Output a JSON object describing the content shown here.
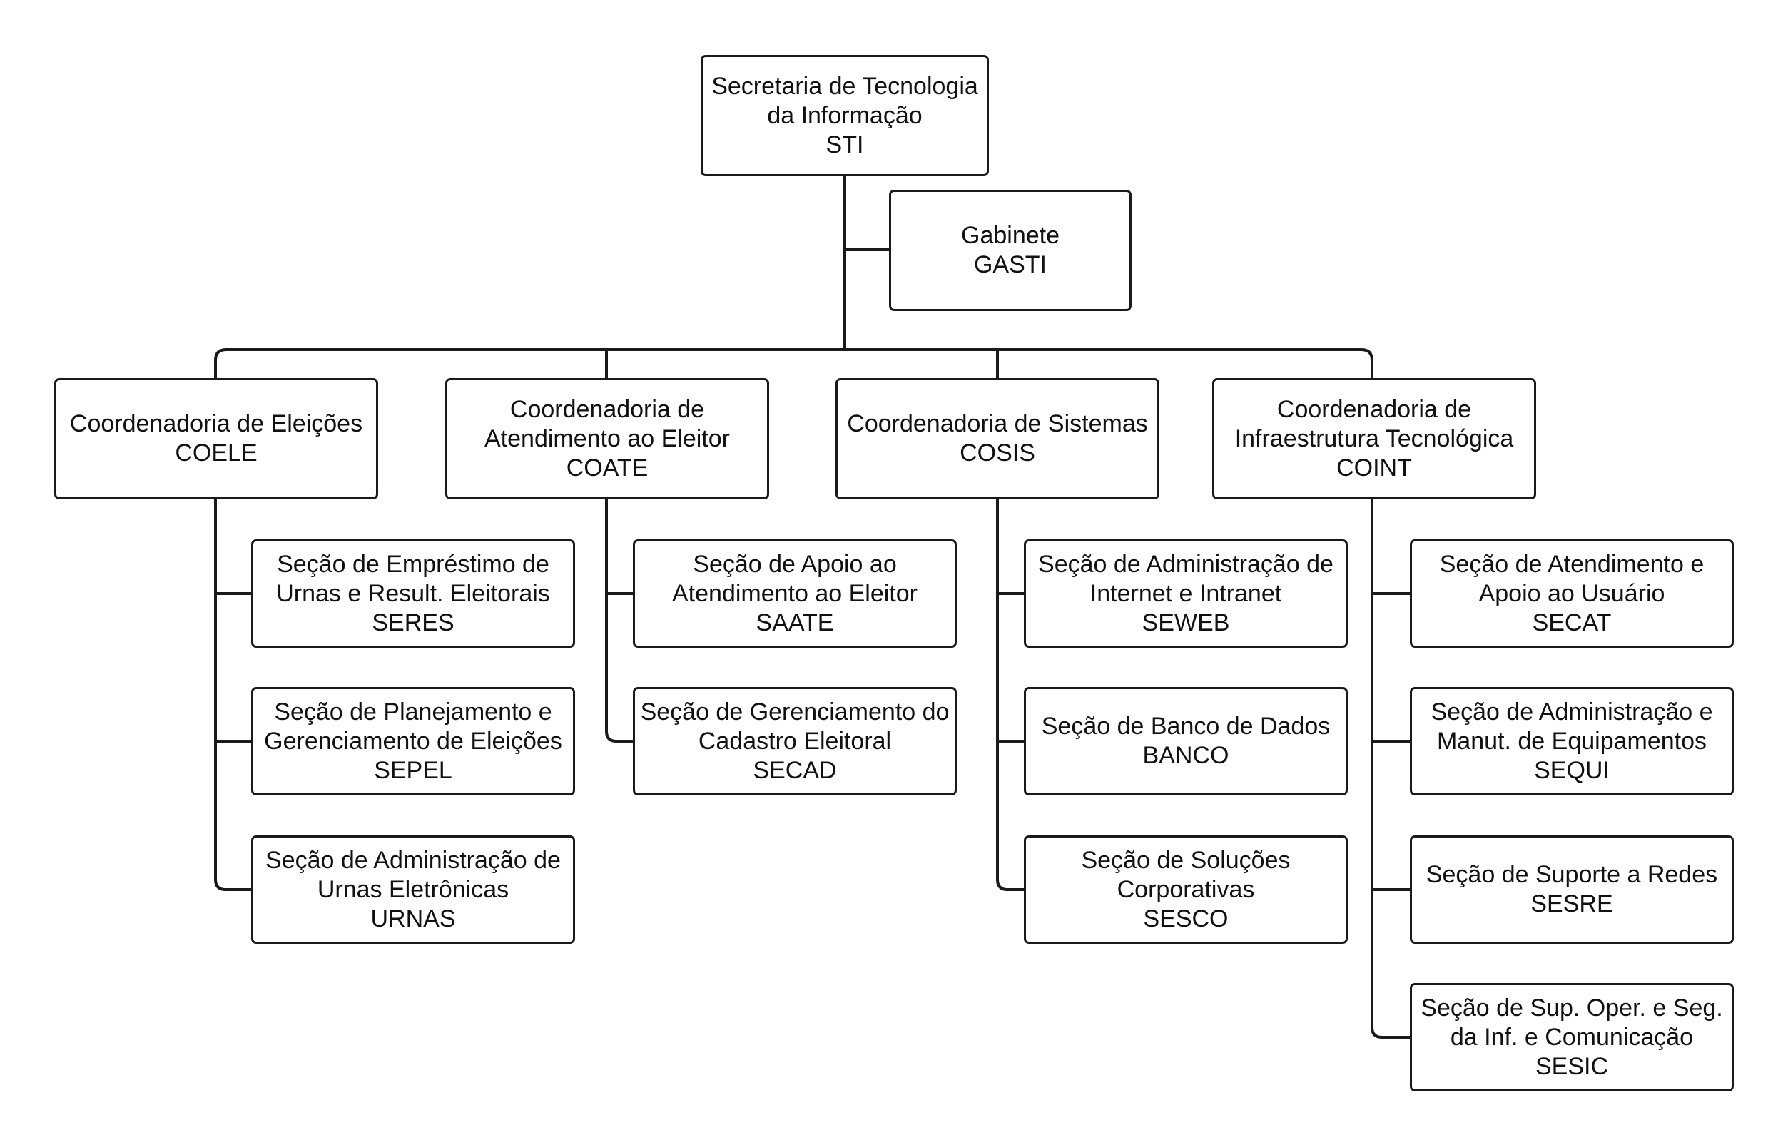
{
  "nodes": {
    "sti": {
      "lines": [
        "Secretaria de Tecnologia",
        "da Informação",
        "STI"
      ]
    },
    "gasti": {
      "lines": [
        "Gabinete",
        "GASTI"
      ]
    },
    "coele": {
      "lines": [
        "Coordenadoria de Eleições",
        "COELE"
      ]
    },
    "coate": {
      "lines": [
        "Coordenadoria de",
        "Atendimento ao Eleitor",
        "COATE"
      ]
    },
    "cosis": {
      "lines": [
        "Coordenadoria de Sistemas",
        "COSIS"
      ]
    },
    "coint": {
      "lines": [
        "Coordenadoria de",
        "Infraestrutura Tecnológica",
        "COINT"
      ]
    },
    "seres": {
      "lines": [
        "Seção de Empréstimo de",
        "Urnas e Result. Eleitorais",
        "SERES"
      ]
    },
    "sepel": {
      "lines": [
        "Seção de Planejamento e",
        "Gerenciamento de Eleições",
        "SEPEL"
      ]
    },
    "urnas": {
      "lines": [
        "Seção de Administração de",
        "Urnas Eletrônicas",
        "URNAS"
      ]
    },
    "saate": {
      "lines": [
        "Seção de Apoio ao",
        "Atendimento ao Eleitor",
        "SAATE"
      ]
    },
    "secad": {
      "lines": [
        "Seção de Gerenciamento do",
        "Cadastro Eleitoral",
        "SECAD"
      ]
    },
    "seweb": {
      "lines": [
        "Seção de Administração de",
        "Internet e Intranet",
        "SEWEB"
      ]
    },
    "banco": {
      "lines": [
        "Seção de Banco de Dados",
        "BANCO"
      ]
    },
    "sesco": {
      "lines": [
        "Seção de Soluções",
        "Corporativas",
        "SESCO"
      ]
    },
    "secat": {
      "lines": [
        "Seção de Atendimento e",
        "Apoio ao Usuário",
        "SECAT"
      ]
    },
    "sequi": {
      "lines": [
        "Seção de Administração e",
        "Manut. de Equipamentos",
        "SEQUI"
      ]
    },
    "sesre": {
      "lines": [
        "Seção de Suporte a Redes",
        "SESRE"
      ]
    },
    "sesic": {
      "lines": [
        "Seção de Sup. Oper. e Seg.",
        "da Inf. e Comunicação",
        "SESIC"
      ]
    }
  },
  "colors": {
    "line": "#1a1a1a",
    "box_border": "#1a1a1a",
    "box_fill": "#ffffff",
    "text": "#111111"
  }
}
